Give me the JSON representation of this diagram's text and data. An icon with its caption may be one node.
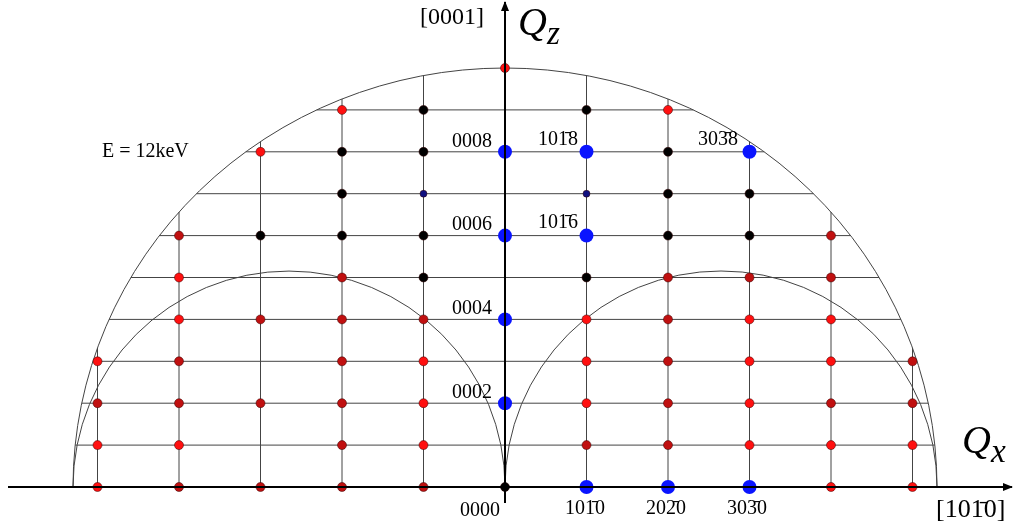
{
  "diagram": {
    "labels": [
      "[0001]",
      "Q$_{z}$",
      "E = 12keV",
      "0008",
      "101̄8",
      "303̄8",
      "0006",
      "101̄6",
      "0004",
      "0002",
      "Q$_{x}$",
      "0000",
      "101̄0",
      "202̄0",
      "303̄0",
      "[101̄0]"
    ]
  }
}
